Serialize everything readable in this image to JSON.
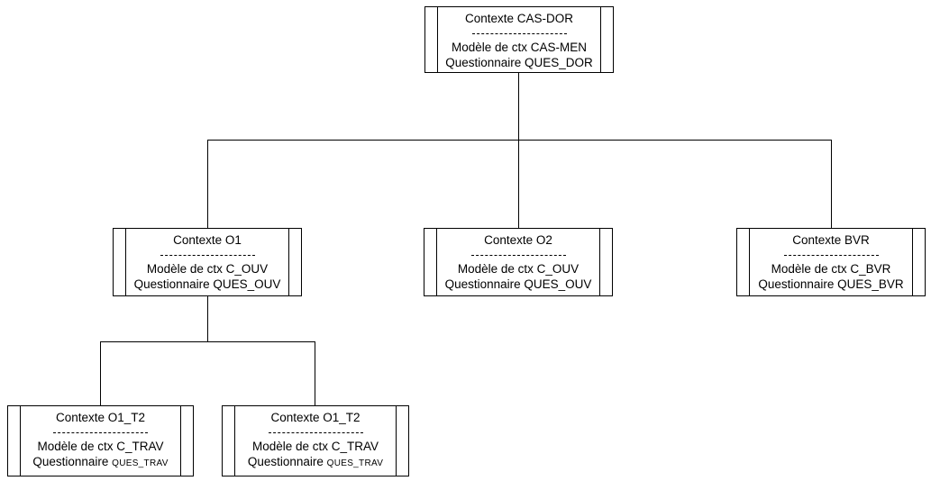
{
  "canvas": {
    "background_color": "#ffffff",
    "line_color": "#000000",
    "text_color": "#000000"
  },
  "nodes": [
    {
      "id": "cas-dor",
      "title": "Contexte CAS-DOR",
      "model": "Modèle de ctx CAS-MEN",
      "questionnaire_label": "Questionnaire",
      "questionnaire_value": "QUES_DOR"
    },
    {
      "id": "o1",
      "title": "Contexte O1",
      "model": "Modèle de ctx C_OUV",
      "questionnaire_label": "Questionnaire",
      "questionnaire_value": "QUES_OUV"
    },
    {
      "id": "o2",
      "title": "Contexte O2",
      "model": "Modèle de ctx C_OUV",
      "questionnaire_label": "Questionnaire",
      "questionnaire_value": "QUES_OUV"
    },
    {
      "id": "bvr",
      "title": "Contexte BVR",
      "model": "Modèle de ctx C_BVR",
      "questionnaire_label": "Questionnaire",
      "questionnaire_value": "QUES_BVR"
    },
    {
      "id": "o1-t2-left",
      "title": "Contexte O1_T2",
      "model": "Modèle de ctx C_TRAV",
      "questionnaire_label": "Questionnaire",
      "questionnaire_value": "QUES_TRAV"
    },
    {
      "id": "o1-t2-right",
      "title": "Contexte O1_T2",
      "model": "Modèle de ctx C_TRAV",
      "questionnaire_label": "Questionnaire",
      "questionnaire_value": "QUES_TRAV"
    }
  ],
  "edges": [
    {
      "from": "cas-dor",
      "to": "o1"
    },
    {
      "from": "cas-dor",
      "to": "o2"
    },
    {
      "from": "cas-dor",
      "to": "bvr"
    },
    {
      "from": "o1",
      "to": "o1-t2-left"
    },
    {
      "from": "o1",
      "to": "o1-t2-right"
    }
  ]
}
